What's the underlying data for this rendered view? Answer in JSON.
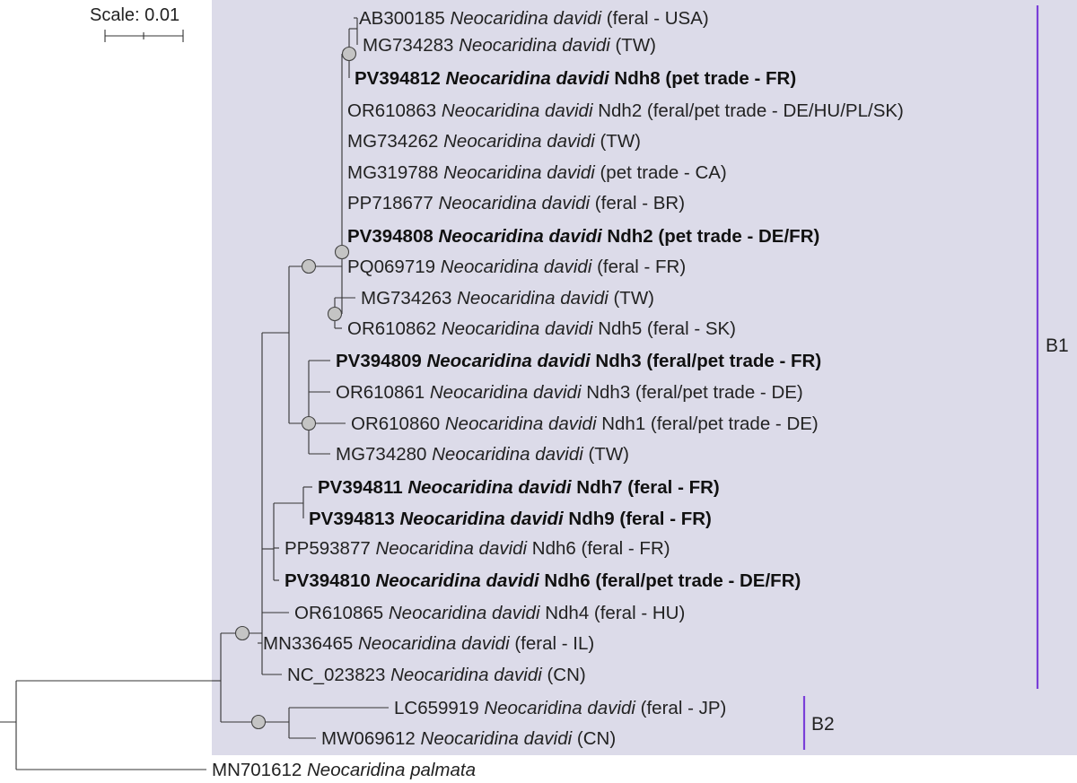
{
  "scale": {
    "label": "Scale: 0.01"
  },
  "colors": {
    "highlight": "#dcdbe9",
    "clade_bar": "#7a3fd8",
    "node_fill": "#c4c4c4",
    "branch": "#333333"
  },
  "clades": [
    {
      "label": "B1"
    },
    {
      "label": "B2"
    }
  ],
  "tips": [
    {
      "acc": "AB300185",
      "sp": "Neocaridina davidi",
      "rest": "(feral - USA)",
      "bold": false
    },
    {
      "acc": "MG734283",
      "sp": "Neocaridina davidi",
      "rest": "(TW)",
      "bold": false
    },
    {
      "acc": "PV394812",
      "sp": "Neocaridina davidi",
      "rest": "Ndh8 (pet trade - FR)",
      "bold": true
    },
    {
      "acc": "OR610863",
      "sp": "Neocaridina davidi",
      "rest": "Ndh2 (feral/pet trade - DE/HU/PL/SK)",
      "bold": false
    },
    {
      "acc": "MG734262",
      "sp": "Neocaridina davidi",
      "rest": "(TW)",
      "bold": false
    },
    {
      "acc": "MG319788",
      "sp": "Neocaridina davidi",
      "rest": "(pet trade - CA)",
      "bold": false
    },
    {
      "acc": "PP718677",
      "sp": "Neocaridina davidi",
      "rest": "(feral - BR)",
      "bold": false
    },
    {
      "acc": "PV394808",
      "sp": "Neocaridina davidi",
      "rest": "Ndh2 (pet trade - DE/FR)",
      "bold": true
    },
    {
      "acc": "PQ069719",
      "sp": "Neocaridina davidi",
      "rest": "(feral - FR)",
      "bold": false
    },
    {
      "acc": "MG734263",
      "sp": "Neocaridina davidi",
      "rest": "(TW)",
      "bold": false
    },
    {
      "acc": "OR610862",
      "sp": "Neocaridina davidi",
      "rest": "Ndh5 (feral - SK)",
      "bold": false
    },
    {
      "acc": "PV394809",
      "sp": "Neocaridina davidi",
      "rest": "Ndh3 (feral/pet trade - FR)",
      "bold": true
    },
    {
      "acc": "OR610861",
      "sp": "Neocaridina davidi",
      "rest": "Ndh3 (feral/pet trade - DE)",
      "bold": false
    },
    {
      "acc": "OR610860",
      "sp": "Neocaridina davidi",
      "rest": "Ndh1 (feral/pet trade - DE)",
      "bold": false
    },
    {
      "acc": "MG734280",
      "sp": "Neocaridina davidi",
      "rest": "(TW)",
      "bold": false
    },
    {
      "acc": "PV394811",
      "sp": "Neocaridina davidi",
      "rest": "Ndh7 (feral - FR)",
      "bold": true
    },
    {
      "acc": "PV394813",
      "sp": "Neocaridina davidi",
      "rest": "Ndh9 (feral - FR)",
      "bold": true
    },
    {
      "acc": "PP593877",
      "sp": "Neocaridina davidi",
      "rest": "Ndh6 (feral - FR)",
      "bold": false
    },
    {
      "acc": "PV394810",
      "sp": "Neocaridina davidi",
      "rest": "Ndh6 (feral/pet trade - DE/FR)",
      "bold": true
    },
    {
      "acc": "OR610865",
      "sp": "Neocaridina davidi",
      "rest": "Ndh4 (feral - HU)",
      "bold": false
    },
    {
      "acc": "MN336465",
      "sp": "Neocaridina davidi",
      "rest": "(feral - IL)",
      "bold": false
    },
    {
      "acc": "NC_023823",
      "sp": "Neocaridina davidi",
      "rest": "(CN)",
      "bold": false
    },
    {
      "acc": "LC659919",
      "sp": "Neocaridina davidi",
      "rest": "(feral - JP)",
      "bold": false
    },
    {
      "acc": "MW069612",
      "sp": "Neocaridina davidi",
      "rest": "(CN)",
      "bold": false
    },
    {
      "acc": "MN701612",
      "sp": "Neocaridina palmata",
      "rest": "",
      "bold": false
    }
  ]
}
